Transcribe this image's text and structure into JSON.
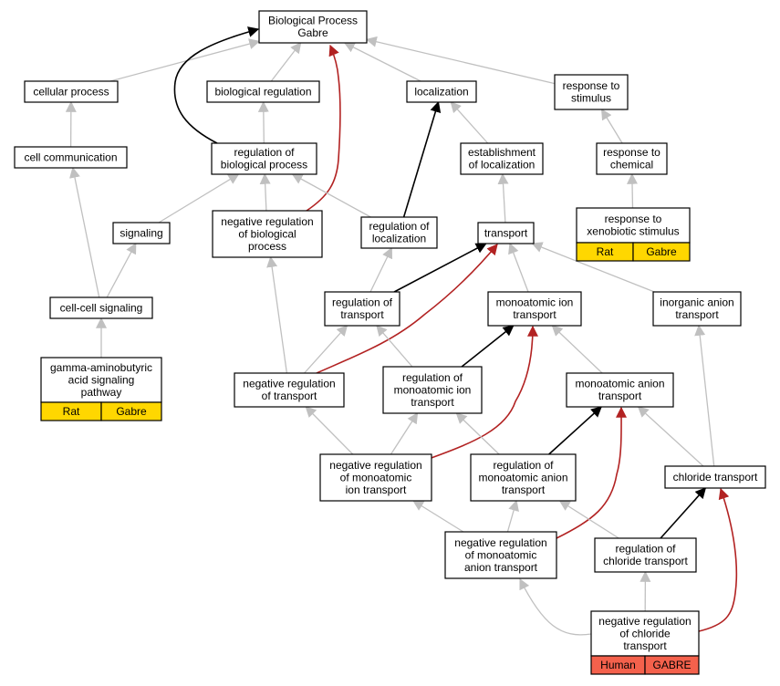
{
  "colors": {
    "edge_gray": "#c0c0c0",
    "edge_black": "#000000",
    "edge_red": "#b22222",
    "annotation_yellow": "#ffd700",
    "annotation_red": "#f4614c"
  },
  "nodes": {
    "root": {
      "lines": [
        "Biological Process",
        "Gabre"
      ]
    },
    "cellular_process": {
      "lines": [
        "cellular process"
      ]
    },
    "biological_regulation": {
      "lines": [
        "biological regulation"
      ]
    },
    "localization": {
      "lines": [
        "localization"
      ]
    },
    "response_to_stimulus": {
      "lines": [
        "response to",
        "stimulus"
      ]
    },
    "cell_communication": {
      "lines": [
        "cell communication"
      ]
    },
    "regulation_of_biological_process": {
      "lines": [
        "regulation of",
        "biological process"
      ]
    },
    "establishment_of_localization": {
      "lines": [
        "establishment",
        "of localization"
      ]
    },
    "response_to_chemical": {
      "lines": [
        "response to",
        "chemical"
      ]
    },
    "signaling": {
      "lines": [
        "signaling"
      ]
    },
    "negative_regulation_of_biological_process": {
      "lines": [
        "negative regulation",
        "of biological",
        "process"
      ]
    },
    "regulation_of_localization": {
      "lines": [
        "regulation of",
        "localization"
      ]
    },
    "transport": {
      "lines": [
        "transport"
      ]
    },
    "response_to_xenobiotic_stimulus": {
      "lines": [
        "response to",
        "xenobiotic stimulus"
      ],
      "annotations": [
        "Rat",
        "Gabre"
      ]
    },
    "cell_cell_signaling": {
      "lines": [
        "cell-cell signaling"
      ]
    },
    "regulation_of_transport": {
      "lines": [
        "regulation of",
        "transport"
      ]
    },
    "monoatomic_ion_transport": {
      "lines": [
        "monoatomic ion",
        "transport"
      ]
    },
    "inorganic_anion_transport": {
      "lines": [
        "inorganic anion",
        "transport"
      ]
    },
    "gaba_signaling_pathway": {
      "lines": [
        "gamma-aminobutyric",
        "acid signaling",
        "pathway"
      ],
      "annotations": [
        "Rat",
        "Gabre"
      ]
    },
    "negative_regulation_of_transport": {
      "lines": [
        "negative regulation",
        "of transport"
      ]
    },
    "regulation_of_monoatomic_ion_transport": {
      "lines": [
        "regulation of",
        "monoatomic ion",
        "transport"
      ]
    },
    "monoatomic_anion_transport": {
      "lines": [
        "monoatomic anion",
        "transport"
      ]
    },
    "negative_regulation_of_monoatomic_ion_transport": {
      "lines": [
        "negative regulation",
        "of monoatomic",
        "ion transport"
      ]
    },
    "regulation_of_monoatomic_anion_transport": {
      "lines": [
        "regulation of",
        "monoatomic anion",
        "transport"
      ]
    },
    "chloride_transport": {
      "lines": [
        "chloride transport"
      ]
    },
    "negative_regulation_of_monoatomic_anion_transport": {
      "lines": [
        "negative regulation",
        "of monoatomic",
        "anion transport"
      ]
    },
    "regulation_of_chloride_transport": {
      "lines": [
        "regulation of",
        "chloride transport"
      ]
    },
    "negative_regulation_of_chloride_transport": {
      "lines": [
        "negative regulation",
        "of chloride",
        "transport"
      ],
      "annotations": [
        "Human",
        "GABRE"
      ]
    }
  },
  "edges": [
    {
      "from": "cellular_process",
      "to": "root",
      "kind": "is_a"
    },
    {
      "from": "biological_regulation",
      "to": "root",
      "kind": "is_a"
    },
    {
      "from": "localization",
      "to": "root",
      "kind": "is_a"
    },
    {
      "from": "response_to_stimulus",
      "to": "root",
      "kind": "is_a"
    },
    {
      "from": "regulation_of_biological_process",
      "to": "root",
      "kind": "regulates"
    },
    {
      "from": "negative_regulation_of_biological_process",
      "to": "root",
      "kind": "negatively_regulates"
    },
    {
      "from": "cell_communication",
      "to": "cellular_process",
      "kind": "is_a"
    },
    {
      "from": "regulation_of_biological_process",
      "to": "biological_regulation",
      "kind": "is_a"
    },
    {
      "from": "establishment_of_localization",
      "to": "localization",
      "kind": "is_a"
    },
    {
      "from": "regulation_of_localization",
      "to": "localization",
      "kind": "regulates"
    },
    {
      "from": "response_to_chemical",
      "to": "response_to_stimulus",
      "kind": "is_a"
    },
    {
      "from": "response_to_xenobiotic_stimulus",
      "to": "response_to_chemical",
      "kind": "is_a"
    },
    {
      "from": "signaling",
      "to": "regulation_of_biological_process",
      "kind": "is_a"
    },
    {
      "from": "negative_regulation_of_biological_process",
      "to": "regulation_of_biological_process",
      "kind": "is_a"
    },
    {
      "from": "regulation_of_localization",
      "to": "regulation_of_biological_process",
      "kind": "is_a"
    },
    {
      "from": "transport",
      "to": "establishment_of_localization",
      "kind": "is_a"
    },
    {
      "from": "cell_cell_signaling",
      "to": "cell_communication",
      "kind": "is_a"
    },
    {
      "from": "cell_cell_signaling",
      "to": "signaling",
      "kind": "is_a"
    },
    {
      "from": "gaba_signaling_pathway",
      "to": "cell_cell_signaling",
      "kind": "is_a"
    },
    {
      "from": "regulation_of_transport",
      "to": "regulation_of_localization",
      "kind": "is_a"
    },
    {
      "from": "regulation_of_transport",
      "to": "transport",
      "kind": "regulates"
    },
    {
      "from": "monoatomic_ion_transport",
      "to": "transport",
      "kind": "is_a"
    },
    {
      "from": "inorganic_anion_transport",
      "to": "transport",
      "kind": "is_a"
    },
    {
      "from": "negative_regulation_of_transport",
      "to": "transport",
      "kind": "negatively_regulates"
    },
    {
      "from": "negative_regulation_of_transport",
      "to": "negative_regulation_of_biological_process",
      "kind": "is_a"
    },
    {
      "from": "negative_regulation_of_transport",
      "to": "regulation_of_transport",
      "kind": "is_a"
    },
    {
      "from": "regulation_of_monoatomic_ion_transport",
      "to": "regulation_of_transport",
      "kind": "is_a"
    },
    {
      "from": "regulation_of_monoatomic_ion_transport",
      "to": "monoatomic_ion_transport",
      "kind": "regulates"
    },
    {
      "from": "monoatomic_anion_transport",
      "to": "monoatomic_ion_transport",
      "kind": "is_a"
    },
    {
      "from": "negative_regulation_of_monoatomic_ion_transport",
      "to": "negative_regulation_of_transport",
      "kind": "is_a"
    },
    {
      "from": "negative_regulation_of_monoatomic_ion_transport",
      "to": "regulation_of_monoatomic_ion_transport",
      "kind": "is_a"
    },
    {
      "from": "negative_regulation_of_monoatomic_ion_transport",
      "to": "monoatomic_ion_transport",
      "kind": "negatively_regulates"
    },
    {
      "from": "regulation_of_monoatomic_anion_transport",
      "to": "regulation_of_monoatomic_ion_transport",
      "kind": "is_a"
    },
    {
      "from": "regulation_of_monoatomic_anion_transport",
      "to": "monoatomic_anion_transport",
      "kind": "regulates"
    },
    {
      "from": "chloride_transport",
      "to": "monoatomic_anion_transport",
      "kind": "is_a"
    },
    {
      "from": "chloride_transport",
      "to": "inorganic_anion_transport",
      "kind": "is_a"
    },
    {
      "from": "negative_regulation_of_monoatomic_anion_transport",
      "to": "negative_regulation_of_monoatomic_ion_transport",
      "kind": "is_a"
    },
    {
      "from": "negative_regulation_of_monoatomic_anion_transport",
      "to": "regulation_of_monoatomic_anion_transport",
      "kind": "is_a"
    },
    {
      "from": "negative_regulation_of_monoatomic_anion_transport",
      "to": "monoatomic_anion_transport",
      "kind": "negatively_regulates"
    },
    {
      "from": "regulation_of_chloride_transport",
      "to": "regulation_of_monoatomic_anion_transport",
      "kind": "is_a"
    },
    {
      "from": "regulation_of_chloride_transport",
      "to": "chloride_transport",
      "kind": "regulates"
    },
    {
      "from": "negative_regulation_of_chloride_transport",
      "to": "negative_regulation_of_monoatomic_anion_transport",
      "kind": "is_a"
    },
    {
      "from": "negative_regulation_of_chloride_transport",
      "to": "regulation_of_chloride_transport",
      "kind": "is_a"
    },
    {
      "from": "negative_regulation_of_chloride_transport",
      "to": "chloride_transport",
      "kind": "negatively_regulates"
    }
  ]
}
